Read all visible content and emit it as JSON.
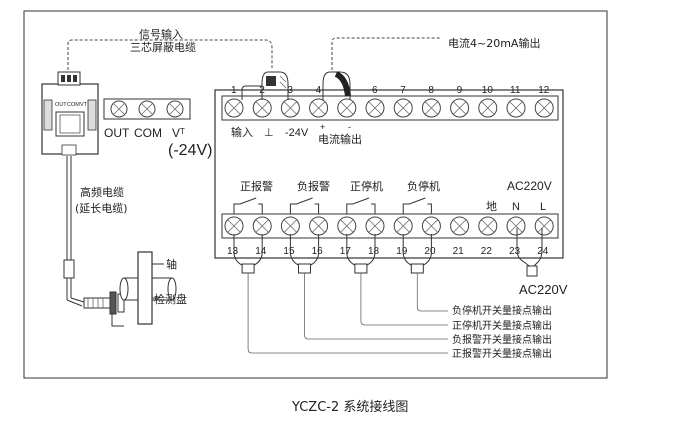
{
  "caption": "YCZC-2 系统接线图",
  "cable_signal": {
    "line1": "信号输入",
    "line2": "三芯屏蔽电缆"
  },
  "current_output_top": "电流4~20mA输出",
  "sensor": {
    "pins": [
      "OUT",
      "COM",
      "VT"
    ],
    "terminal_labels": [
      "OUT",
      "COM",
      "V"
    ],
    "vt_sub": "T",
    "voltage": "(-24V)"
  },
  "hf_cable": {
    "line1": "高频电缆",
    "line2": "(延长电缆)"
  },
  "shaft": {
    "axis": "轴",
    "disk": "检测盘"
  },
  "top_terminals": [
    "1",
    "2",
    "3",
    "4",
    "5",
    "6",
    "7",
    "8",
    "9",
    "10",
    "11",
    "12"
  ],
  "top_labels": {
    "input": "输入",
    "ground": "⊥",
    "neg24": "-24V",
    "plus": "+",
    "minus": "-",
    "current_out": "电流输出"
  },
  "relays": [
    "正报警",
    "负报警",
    "正停机",
    "负停机"
  ],
  "power_labels": {
    "title": "AC220V",
    "earth": "地",
    "n": "N",
    "l": "L"
  },
  "bottom_terminals": [
    "13",
    "14",
    "15",
    "16",
    "17",
    "18",
    "19",
    "20",
    "21",
    "22",
    "23",
    "24"
  ],
  "ac_bottom": "AC220V",
  "outputs": [
    "负停机开关量接点输出",
    "正停机开关量接点输出",
    "负报警开关量接点输出",
    "正报警开关量接点输出"
  ]
}
